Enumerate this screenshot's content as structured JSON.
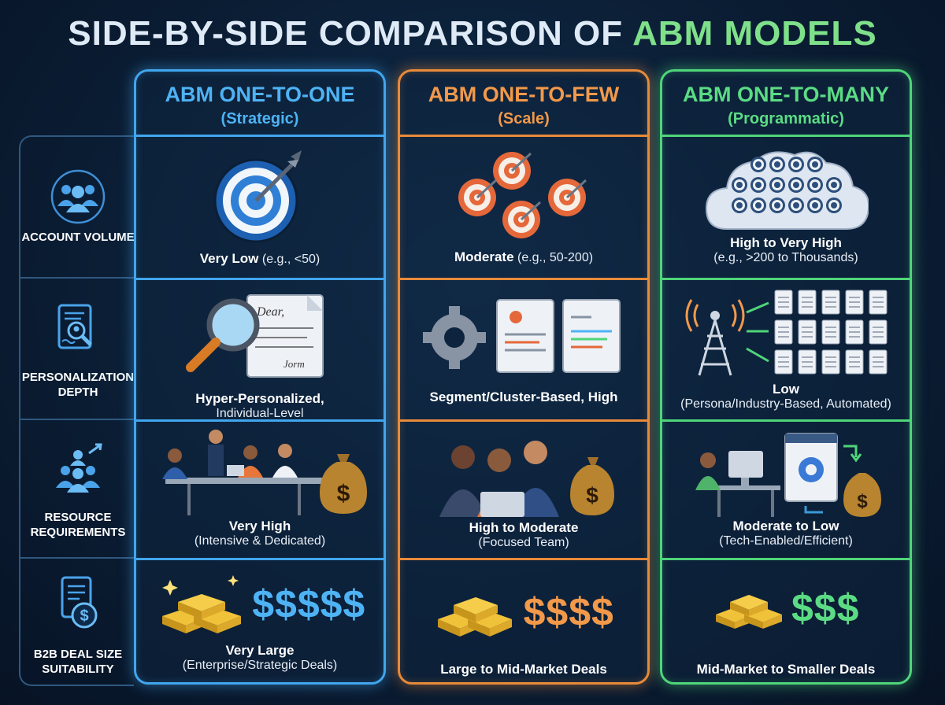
{
  "title": {
    "part1": "SIDE-BY-SIDE COMPARISON OF",
    "part2": "ABM MODELS"
  },
  "rows": [
    {
      "label": "ACCOUNT VOLUME",
      "icon": "people-group-icon"
    },
    {
      "label": "PERSONALIZATION DEPTH",
      "icon": "document-search-icon"
    },
    {
      "label": "RESOURCE REQUIREMENTS",
      "icon": "team-growth-icon"
    },
    {
      "label": "B2B DEAL SIZE SUITABILITY",
      "icon": "invoice-dollar-icon"
    }
  ],
  "columns": [
    {
      "title": "ABM ONE-TO-ONE",
      "subtitle": "(Strategic)",
      "accent": "#41a6ee",
      "cells": {
        "volume": {
          "main": "Very Low",
          "detail": "(e.g., <50)"
        },
        "personalization": {
          "main": "Hyper-Personalized,",
          "detail": "Individual-Level"
        },
        "resources": {
          "main": "Very High",
          "detail": "(Intensive & Dedicated)"
        },
        "deal": {
          "symbol": "$$$$$",
          "main": "Very Large",
          "detail": "(Enterprise/Strategic Deals)"
        }
      }
    },
    {
      "title": "ABM ONE-TO-FEW",
      "subtitle": "(Scale)",
      "accent": "#e88a3a",
      "cells": {
        "volume": {
          "main": "Moderate",
          "detail": "(e.g., 50-200)"
        },
        "personalization": {
          "main": "Segment/Cluster-Based, High"
        },
        "resources": {
          "main": "High to Moderate",
          "detail": "(Focused Team)"
        },
        "deal": {
          "symbol": "$$$$",
          "main": "Large to Mid-Market Deals"
        }
      }
    },
    {
      "title": "ABM ONE-TO-MANY",
      "subtitle": "(Programmatic)",
      "accent": "#4fd57a",
      "cells": {
        "volume": {
          "main": "High to Very High",
          "detail": "(e.g., >200 to Thousands)"
        },
        "personalization": {
          "main": "Low",
          "detail": "(Persona/Industry-Based, Automated)"
        },
        "resources": {
          "main": "Moderate to Low",
          "detail": "(Tech-Enabled/Efficient)"
        },
        "deal": {
          "symbol": "$$$",
          "main": "Mid-Market to Smaller Deals"
        }
      }
    }
  ]
}
